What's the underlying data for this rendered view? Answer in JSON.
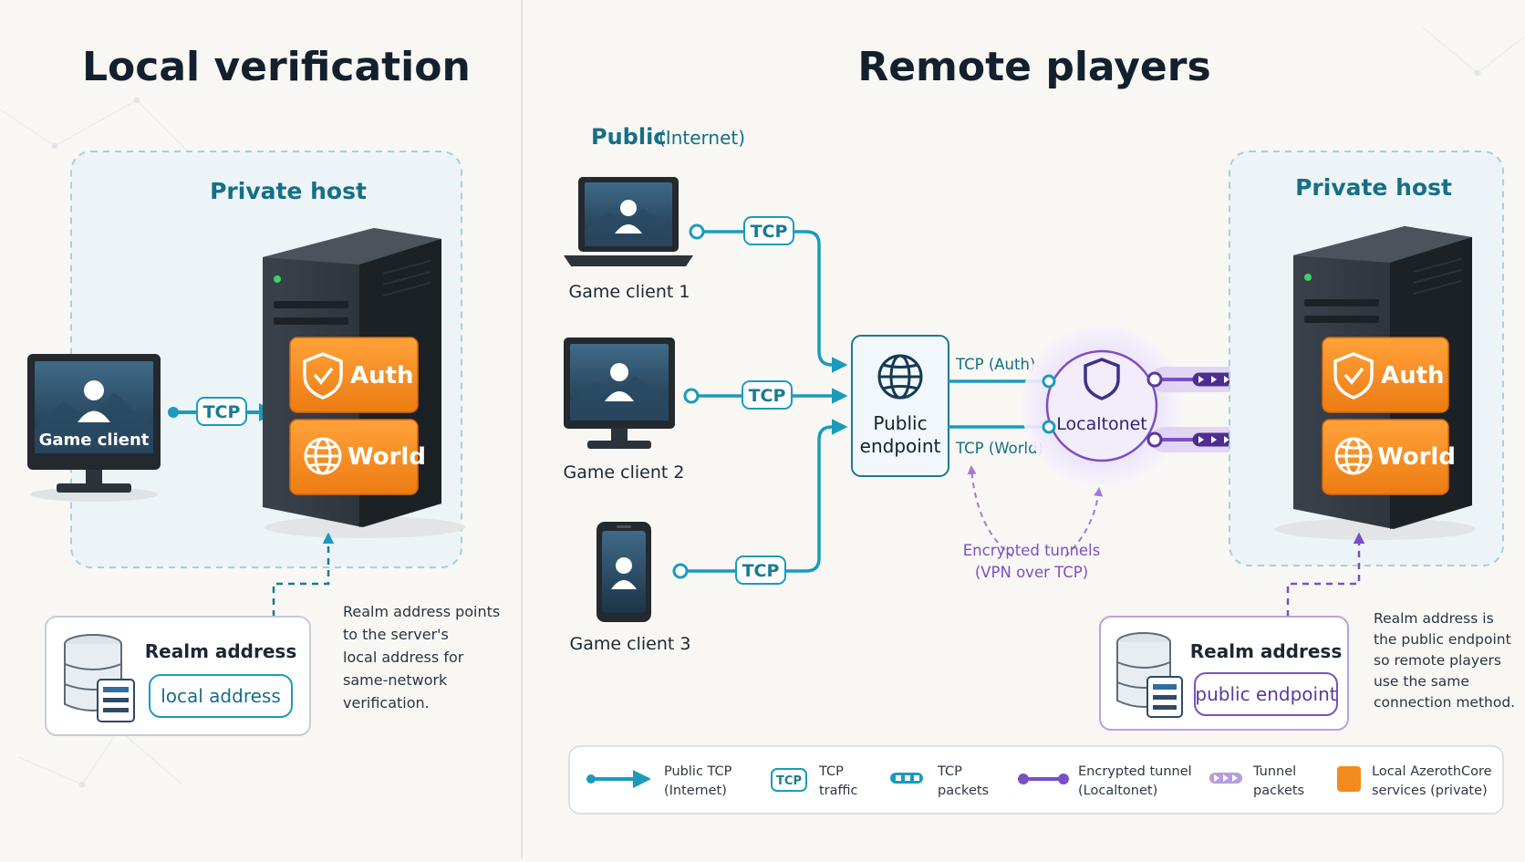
{
  "local": {
    "title": "Local verification",
    "private_host": "Private host",
    "game_client": "Game client",
    "tcp": "TCP",
    "auth": "Auth",
    "world": "World",
    "realm_title": "Realm address",
    "realm_value": "local address",
    "note": [
      "Realm address points",
      "to the server's",
      "local address for",
      "same-network",
      "verification."
    ]
  },
  "remote": {
    "title": "Remote players",
    "public_bold": "Public",
    "public_paren": "(Internet)",
    "clients": [
      "Game client 1",
      "Game client 2",
      "Game client 3"
    ],
    "tcp": "TCP",
    "endpoint": [
      "Public",
      "endpoint"
    ],
    "tcp_auth": "TCP (Auth)",
    "tcp_world": "TCP (World)",
    "localtonet": "Localtonet",
    "encrypted": [
      "Encrypted tunnels",
      "(VPN over TCP)"
    ],
    "private_host": "Private host",
    "auth": "Auth",
    "world": "World",
    "realm_title": "Realm address",
    "realm_value": "public endpoint",
    "note": [
      "Realm address is",
      "the public endpoint",
      "so remote players",
      "use the same",
      "connection method."
    ]
  },
  "legend": [
    {
      "icon": "public-tcp-arrow-icon",
      "lines": [
        "Public TCP",
        "(Internet)"
      ]
    },
    {
      "icon": "tcp-badge-icon",
      "badge": "TCP",
      "lines": [
        "TCP",
        "traffic"
      ]
    },
    {
      "icon": "tcp-packets-icon",
      "lines": [
        "TCP",
        "packets"
      ]
    },
    {
      "icon": "encrypted-tunnel-icon",
      "lines": [
        "Encrypted tunnel",
        "(Localtonet)"
      ]
    },
    {
      "icon": "tunnel-packets-icon",
      "lines": [
        "Tunnel",
        "packets"
      ]
    },
    {
      "icon": "local-services-swatch-icon",
      "lines": [
        "Local AzerothCore",
        "services (private)"
      ]
    }
  ],
  "colors": {
    "teal": "#1a9bbd",
    "purple": "#7b4fc4",
    "orange": "#f28a1e",
    "title": "#13202e",
    "header_teal": "#156f87"
  }
}
